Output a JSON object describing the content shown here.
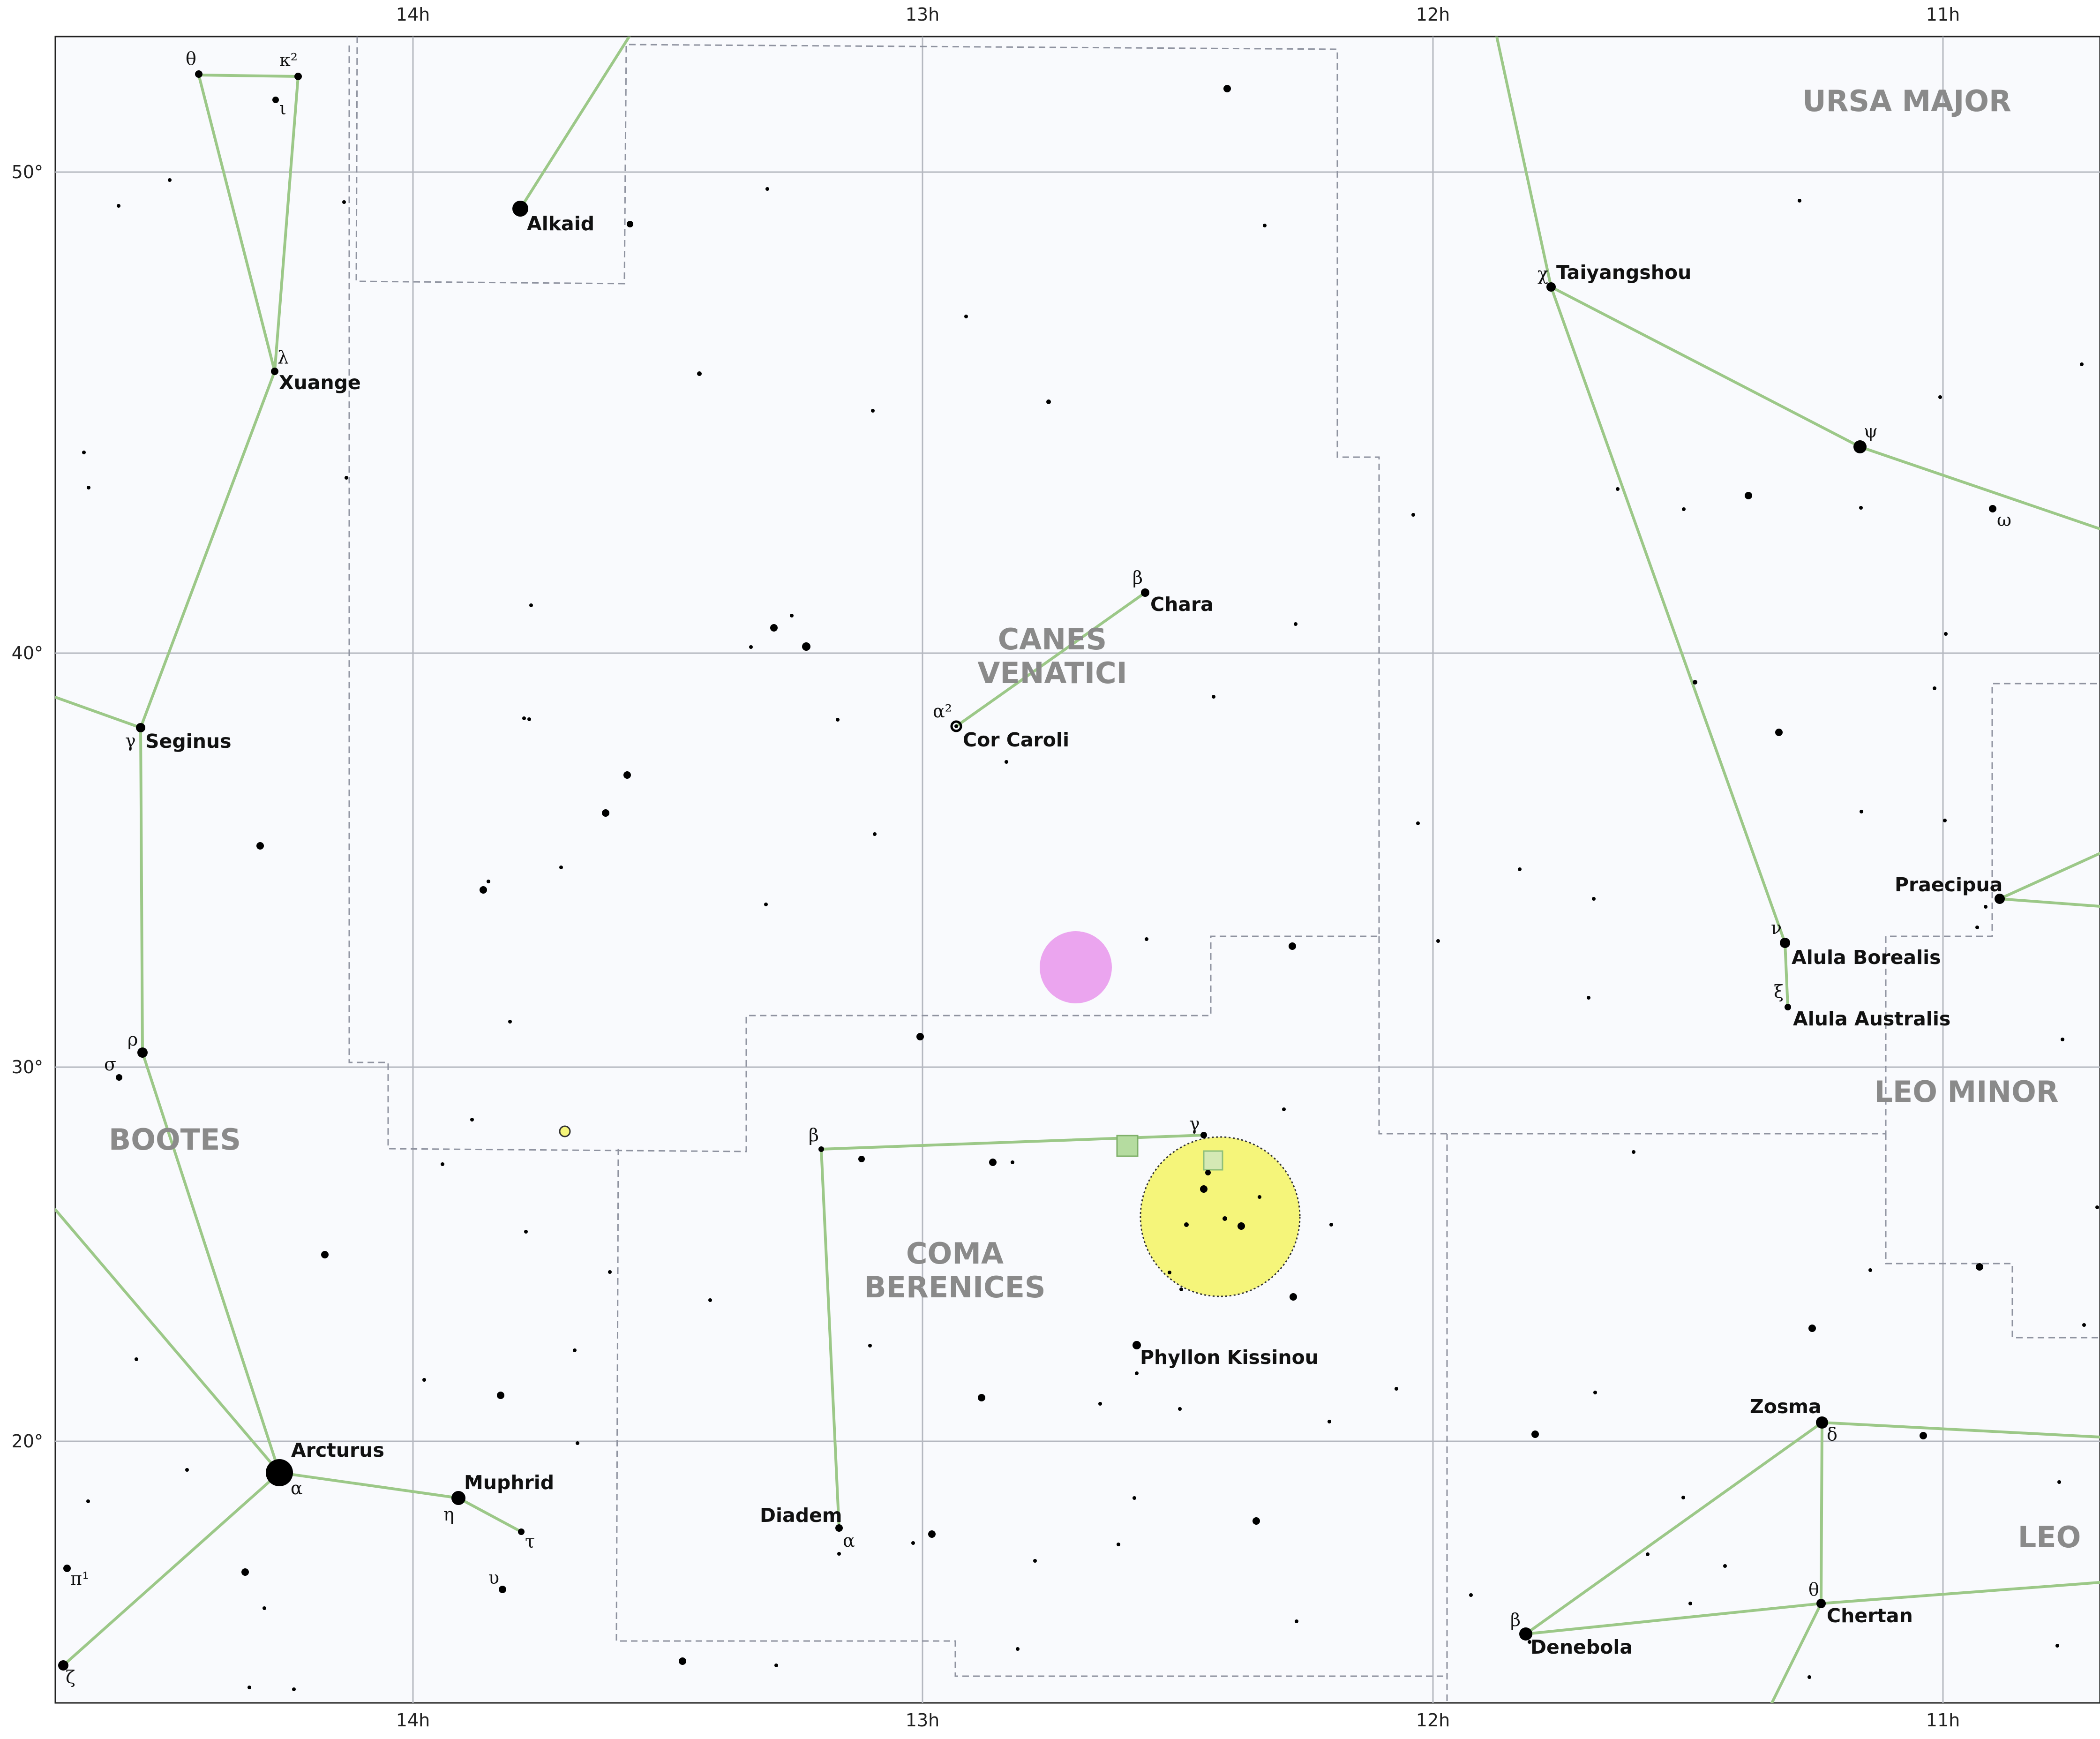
{
  "ra_labels": [
    "14h",
    "13h",
    "12h",
    "11h"
  ],
  "dec_labels": [
    "50°",
    "40°",
    "30°",
    "20°"
  ],
  "constellations": [
    "URSA MAJOR",
    "CANES VENATICI",
    "BOOTES",
    "LEO MINOR",
    "COMA BERENICES",
    "LEO"
  ],
  "stars": [
    "Alkaid",
    "Xuange",
    "Seginus",
    "Arcturus",
    "Muphrid",
    "Chara",
    "Cor Caroli",
    "Diadem",
    "Phyllon Kissinou",
    "Taiyangshou",
    "Praecipua",
    "Alula Borealis",
    "Alula Australis",
    "Zosma",
    "Chertan",
    "Denebola"
  ],
  "greek": [
    "θ",
    "κ²",
    "ι",
    "λ",
    "γ",
    "ρ",
    "σ",
    "α",
    "η",
    "τ",
    "υ",
    "π¹",
    "ζ",
    "β",
    "α²",
    "β",
    "γ",
    "α",
    "χ",
    "ψ",
    "ω",
    "ν",
    "ξ",
    "δ",
    "θ",
    "β"
  ],
  "colors": {
    "background": "#f9fafd",
    "constellation_lines": "#9cc888",
    "grid": "#b5b8c0",
    "boundaries": "#8f93a0",
    "galaxy_cluster": "#f5f57a",
    "nebula": "#eba5ef",
    "galaxy_marker": "#b5dca0"
  }
}
